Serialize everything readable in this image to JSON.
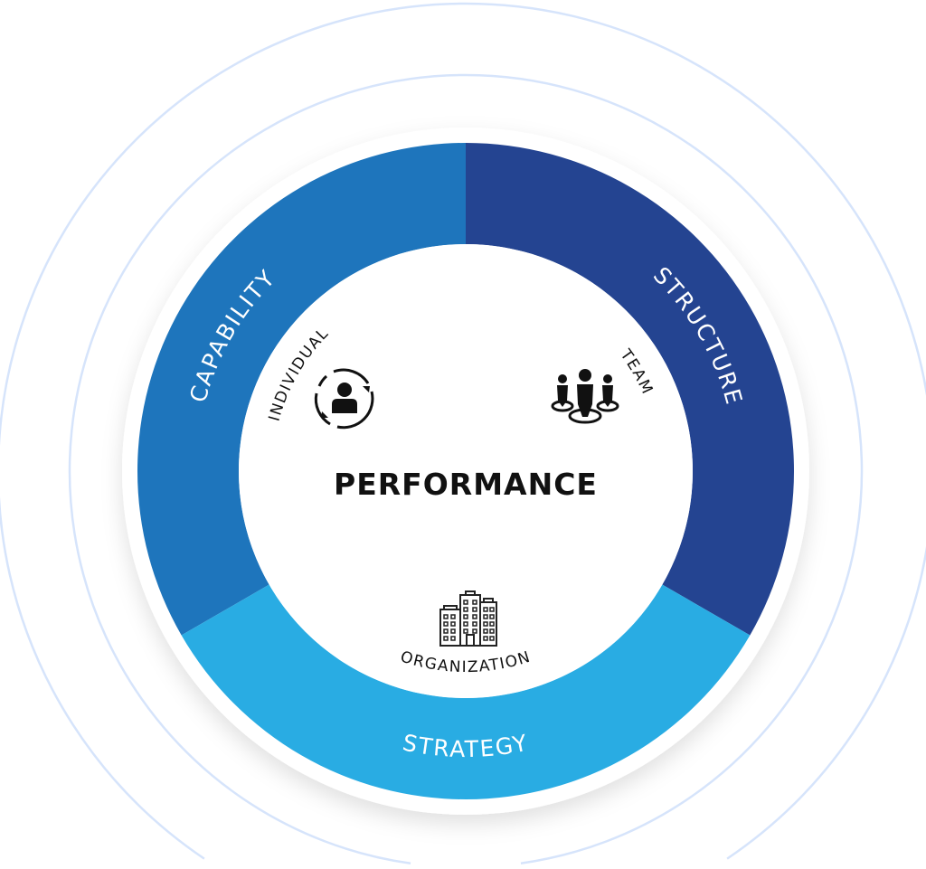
{
  "title": "PERFORMANCE",
  "segments": [
    {
      "label": "CAPABILITY",
      "color": "#1e75bc"
    },
    {
      "label": "STRUCTURE",
      "color": "#244491"
    },
    {
      "label": "STRATEGY",
      "color": "#29ace3"
    }
  ],
  "levels": [
    {
      "label": "INDIVIDUAL",
      "icon": "person-cycle-icon"
    },
    {
      "label": "TEAM",
      "icon": "team-icon"
    },
    {
      "label": "ORGANIZATION",
      "icon": "buildings-icon"
    }
  ],
  "ring_color": "#d6e4fb"
}
